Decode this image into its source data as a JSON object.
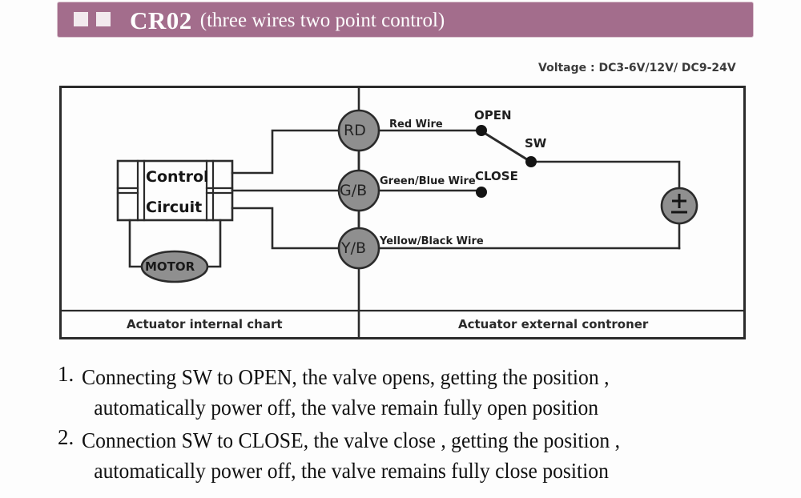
{
  "header": {
    "code": "CR02",
    "subtitle": "(three wires two point control)",
    "bar_color": "#a36d8c",
    "square_color": "#f2eaee",
    "squares": [
      "square-1",
      "square-2"
    ]
  },
  "voltage_note": "Voltage : DC3-6V/12V/ DC9-24V",
  "diagram": {
    "control_box": {
      "line1": "Control",
      "line2": "Circuit"
    },
    "motor": {
      "label": "MOTOR",
      "fill_color": "#8f8f8f"
    },
    "terminals": [
      {
        "id": "rd",
        "label": "RD",
        "wire_label": "Red Wire",
        "fill_color": "#8f8f8f"
      },
      {
        "id": "gb",
        "label": "G/B",
        "wire_label": "Green/Blue Wire",
        "fill_color": "#8f8f8f"
      },
      {
        "id": "yb",
        "label": "Y/B",
        "wire_label": "Yellow/Black Wire",
        "fill_color": "#8f8f8f"
      }
    ],
    "switch": {
      "open_label": "OPEN",
      "close_label": "CLOSE",
      "sw_label": "SW",
      "position": "OPEN"
    },
    "power_source": {
      "symbol": "±",
      "plus": "+",
      "minus": "−",
      "fill_color": "#8f8f8f"
    },
    "captions": {
      "left": "Actuator internal chart",
      "right": "Actuator external controner"
    }
  },
  "notes": [
    {
      "number": "1.",
      "line1": "Connecting SW to OPEN, the valve opens, getting the position ,",
      "line2": "automatically power off, the valve remain fully open position"
    },
    {
      "number": "2.",
      "line1": "Connection SW to CLOSE, the valve close ,  getting the position ,",
      "line2": "automatically power off, the valve remains fully close position"
    }
  ]
}
